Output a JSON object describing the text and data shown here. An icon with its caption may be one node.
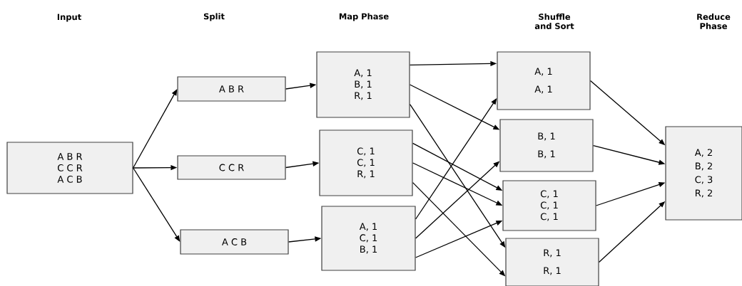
{
  "diagram": {
    "nodes": [
      {
        "text": [
          "A B R",
          "C C R",
          "A C B"
        ]
      },
      {
        "text": [
          "A B R"
        ]
      },
      {
        "text": [
          "C C R"
        ]
      },
      {
        "text": [
          "A C B"
        ]
      },
      {
        "text": [
          "A, 1",
          "B, 1",
          "R, 1"
        ]
      },
      {
        "text": [
          "C, 1",
          "C, 1",
          "R, 1"
        ]
      },
      {
        "text": [
          "A, 1",
          "C, 1",
          "B, 1"
        ]
      },
      {
        "text": [
          "A, 1",
          "A, 1"
        ]
      },
      {
        "text": [
          "B, 1",
          "B, 1"
        ]
      },
      {
        "text": [
          "C, 1",
          "C, 1",
          "C, 1"
        ]
      },
      {
        "text": [
          "R, 1",
          "R, 1"
        ]
      },
      {
        "text": [
          "A, 2",
          "B, 2",
          "C, 3",
          "R, 2"
        ]
      }
    ],
    "edges": [
      {
        "from": 0,
        "to": 1,
        "arrow": "to"
      },
      {
        "from": 0,
        "to": 2,
        "arrow": "to"
      },
      {
        "from": 0,
        "to": 3,
        "arrow": "to"
      },
      {
        "from": 1,
        "to": 4,
        "arrow": "to"
      },
      {
        "from": 2,
        "to": 5,
        "arrow": "to"
      },
      {
        "from": 3,
        "to": 6,
        "arrow": "to"
      },
      {
        "from": 4,
        "to": 7,
        "arrow": "to"
      },
      {
        "from": 4,
        "to": 8,
        "arrow": "to"
      },
      {
        "from": 4,
        "to": 10,
        "arrow": "to"
      },
      {
        "from": 5,
        "to": 9,
        "arrow": "to"
      },
      {
        "from": 5,
        "to": 9,
        "arrow": "to"
      },
      {
        "from": 5,
        "to": 10,
        "arrow": "to"
      },
      {
        "from": 6,
        "to": 7,
        "arrow": "to"
      },
      {
        "from": 6,
        "to": 9,
        "arrow": "to"
      },
      {
        "from": 6,
        "to": 8,
        "arrow": "to"
      },
      {
        "from": 7,
        "to": 11,
        "arrow": "to"
      },
      {
        "from": 8,
        "to": 11,
        "arrow": "to"
      },
      {
        "from": 9,
        "to": 11,
        "arrow": "to"
      },
      {
        "from": 10,
        "to": 11,
        "arrow": "to"
      }
    ],
    "labels": [
      "Input",
      "Split",
      "Map Phase",
      "Shuffle and Sort",
      "Reduce Phase"
    ]
  }
}
